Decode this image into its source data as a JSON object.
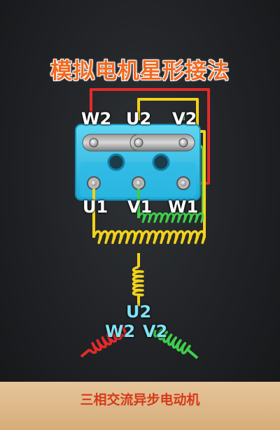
{
  "title": "模拟电机星形接法",
  "subtitle": "三相交流异步电动机",
  "terminal_labels": {
    "top": [
      "W2",
      "U2",
      "V2"
    ],
    "bottom": [
      "U1",
      "V1",
      "W1"
    ]
  },
  "star_labels": {
    "u2": "U2",
    "w2": "W2",
    "v2": "V2"
  },
  "colors": {
    "phase_u": "#f2d21b",
    "phase_v": "#3ecf4a",
    "phase_w": "#e42a2a",
    "title": "#f26a21",
    "terminal_box": "#34c4ea",
    "star_label": "#7fe3f2"
  }
}
